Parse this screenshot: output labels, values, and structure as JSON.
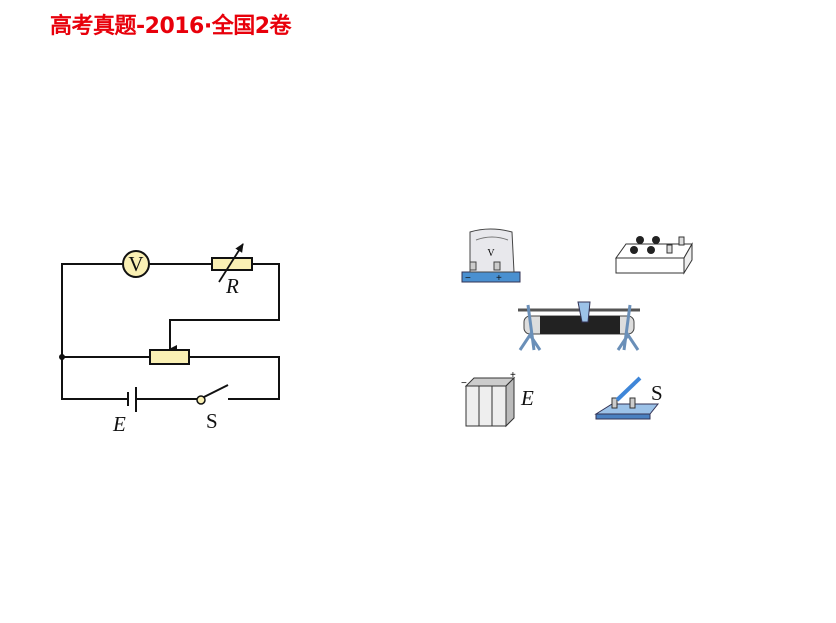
{
  "title": "高考真题-2016·全国2卷",
  "circuit": {
    "voltmeter_label": "V",
    "resistor_label": "R",
    "battery_label": "E",
    "switch_label": "S"
  },
  "apparatus": {
    "voltmeter_label": "V",
    "voltmeter_minus": "−",
    "voltmeter_plus": "+",
    "battery_label": "E",
    "battery_minus": "−",
    "battery_plus": "+",
    "switch_label": "S"
  },
  "colors": {
    "title": "#e8000b",
    "component_fill": "#faf0b4",
    "apparatus_blue": "#4a90d0"
  }
}
